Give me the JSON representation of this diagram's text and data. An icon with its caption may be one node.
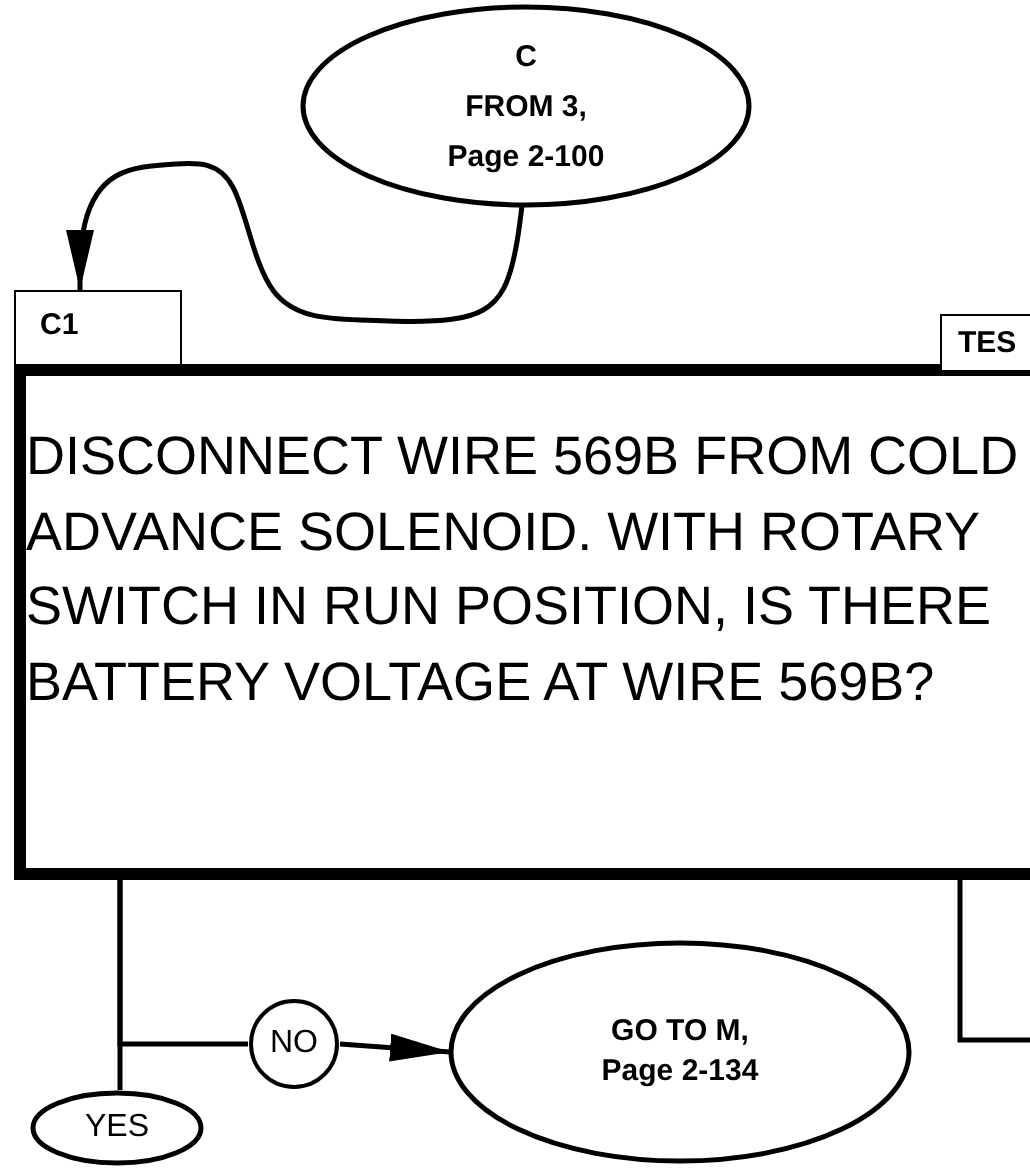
{
  "diagram": {
    "nodes": [
      {
        "text": [
          "C",
          "FROM 3, Page 2-100"
        ]
      },
      {
        "text": [
          "C1",
          "DISCONNECT WIRE 569B FROM COLD ADVANCE SOLENOID. WITH ROTARY SWITCH IN RUN POSITION, IS THERE BATTERY VOLTAGE AT WIRE 569B?"
        ]
      },
      {
        "text": [
          "TES"
        ]
      },
      {
        "text": [
          "NO"
        ]
      },
      {
        "text": [
          "GO TO M, Page 2-134"
        ]
      },
      {
        "text": [
          "YES"
        ]
      }
    ],
    "edges": [
      {
        "from": 0,
        "to": 1,
        "arrow": "to"
      },
      {
        "from": 1,
        "to": 3,
        "arrow": "none"
      },
      {
        "from": 1,
        "to": 5,
        "arrow": "none"
      },
      {
        "from": 3,
        "to": 4,
        "arrow": "to"
      },
      {
        "from": 1,
        "to": null,
        "arrow": "none"
      }
    ]
  }
}
